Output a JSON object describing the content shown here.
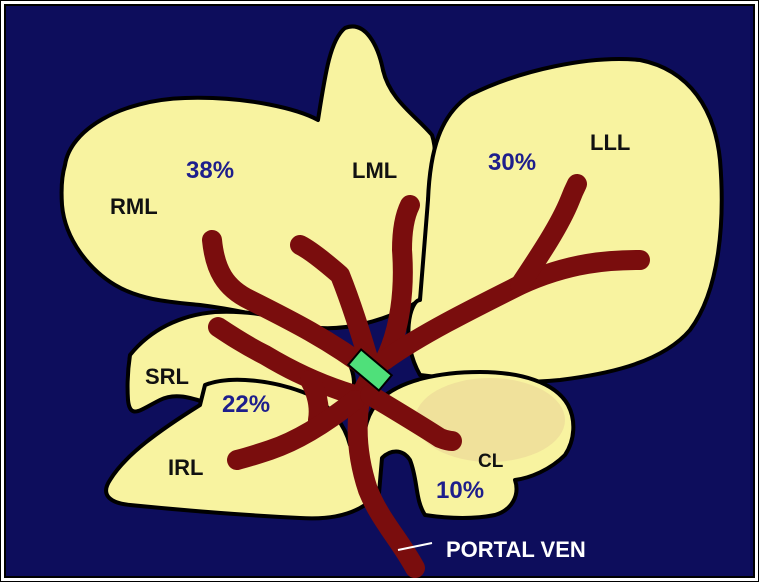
{
  "colors": {
    "background": "#0d0d5c",
    "liver": "#f8f3a0",
    "caudate_shade": "#eedf9a",
    "outline": "#000000",
    "vessel": "#7a0d0d",
    "clamp": "#4fe07a",
    "label": "#111111",
    "percent": "#1e1e8c",
    "portal_label": "#ffffff"
  },
  "lobes": {
    "rml": {
      "label": "RML",
      "percent": "38%"
    },
    "lml": {
      "label": "LML"
    },
    "lll": {
      "label": "LLL",
      "percent": "30%"
    },
    "srl": {
      "label": "SRL"
    },
    "irl": {
      "label": "IRL",
      "percent": "22%"
    },
    "cl": {
      "label": "CL",
      "percent": "10%"
    }
  },
  "portal_vein": {
    "label": "PORTAL VEN"
  }
}
